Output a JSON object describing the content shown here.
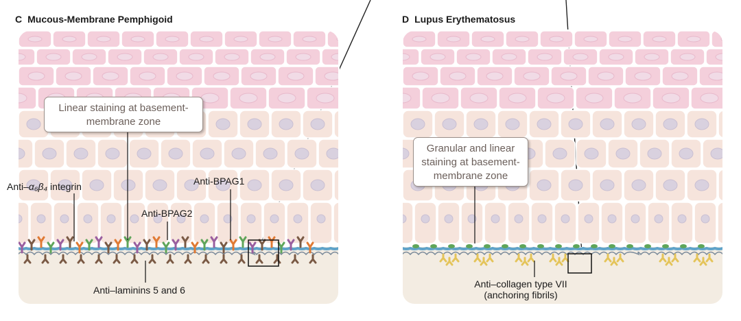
{
  "panels": {
    "c": {
      "letter": "C",
      "title": "Mucous-Membrane Pemphigoid",
      "callout": "Linear staining at basement-membrane zone",
      "label_integrin_prefix": "Anti–",
      "label_integrin_symbol": "α₆β₄",
      "label_integrin_suffix": " integrin",
      "label_bpag1": "Anti-BPAG1",
      "label_bpag2": "Anti-BPAG2",
      "label_laminins": "Anti–laminins 5 and 6"
    },
    "d": {
      "letter": "D",
      "title": "Lupus Erythematosus",
      "callout": "Granular and linear staining at basement-membrane zone",
      "label_collagen_line1": "Anti–collagen type VII",
      "label_collagen_line2": "(anchoring fibrils)"
    }
  },
  "colors": {
    "superficial_cell": "#f4cfdb",
    "superficial_nucleus": "#f1dbe6",
    "basal_cell": "#f6e4dc",
    "basal_nucleus": "#d9d1df",
    "dermis": "#f3ece2",
    "membrane": "#5fa3c9",
    "antibody_orange": "#e07a34",
    "antibody_green": "#5fa55a",
    "antibody_purple": "#9a5f9f",
    "antibody_brown": "#7a5a45",
    "antibody_yellow": "#e4c45a"
  }
}
